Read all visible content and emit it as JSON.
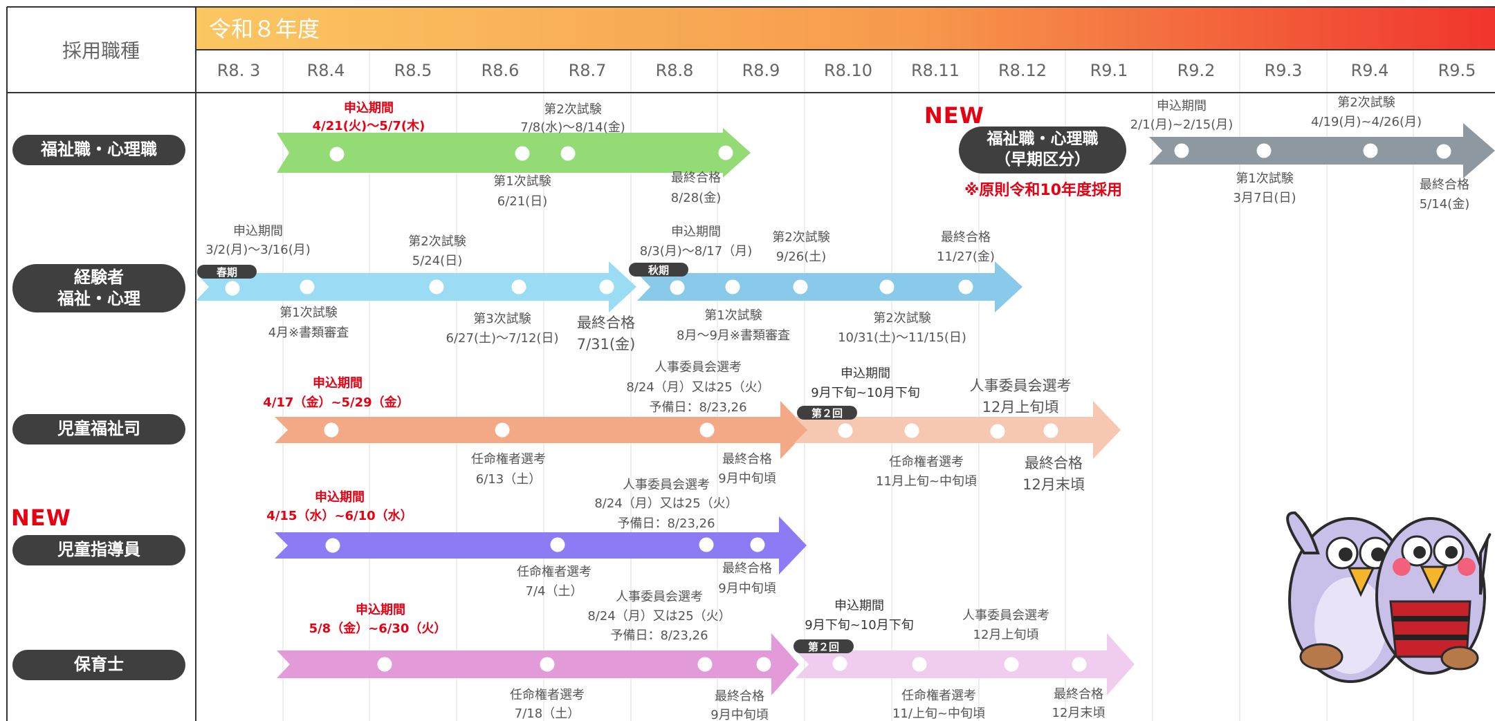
{
  "header": {
    "category_label": "採用職種",
    "fiscal_year": "令和８年度",
    "months": [
      "R8. 3",
      "R8.4",
      "R8.5",
      "R8.6",
      "R8.7",
      "R8.8",
      "R8.9",
      "R8.10",
      "R8.11",
      "R8.12",
      "R9.1",
      "R9.2",
      "R9.3",
      "R9.4",
      "R9.5"
    ]
  },
  "rows": {
    "fukushi": {
      "name": "福祉職・心理職",
      "apply_label": "申込期間",
      "apply_period": "4/21(火)～5/7(木)",
      "second_label": "第2次試験",
      "second_date": "7/8(水)～8/14(金)",
      "first_label": "第1次試験",
      "first_date": "6/21(日)",
      "final_label": "最終合格",
      "final_date": "8/28(金)"
    },
    "early": {
      "new_badge": "NEW",
      "title": "福祉職・心理職",
      "subtitle": "（早期区分）",
      "note": "※原則令和10年度採用",
      "apply_label": "申込期間",
      "apply_period": "2/1(月)~2/15(月)",
      "second_label": "第2次試験",
      "second_date": "4/19(月)~4/26(月)",
      "first_label": "第1次試験",
      "first_date": "3月7日(日)",
      "final_label": "最終合格",
      "final_date": "5/14(金)"
    },
    "keiken": {
      "name_line1": "経験者",
      "name_line2": "福祉・心理",
      "spring_tag": "春期",
      "autumn_tag": "秋期",
      "s_apply_label": "申込期間",
      "s_apply_period": "3/2(月)～3/16(月)",
      "s_second_label": "第2次試験",
      "s_second_date": "5/24(日)",
      "s_first_label": "第1次試験",
      "s_first_date": "4月※書類審査",
      "s_third_label": "第3次試験",
      "s_third_date": "6/27(土)～7/12(日)",
      "s_final_label": "最終合格",
      "s_final_date": "7/31(金)",
      "a_apply_label": "申込期間",
      "a_apply_period": "8/3(月)～8/17（月)",
      "a_second_label": "第2次試験",
      "a_second_date": "9/26(土)",
      "a_final_label": "最終合格",
      "a_final_date": "11/27(金)",
      "a_first_label": "第1次試験",
      "a_first_date": "8月～9月※書類審査",
      "a_second2_label": "第2次試験",
      "a_second2_date": "10/31(土)～11/15(日)"
    },
    "jidou": {
      "name": "児童福祉司",
      "round2_tag": "第２回",
      "apply_label": "申込期間",
      "apply_period": "4/17（金）~5/29（金）",
      "jinji_label": "人事委員会選考",
      "jinji_date": "8/24（月）又は25（火）",
      "jinji_spare": "予備日：8/23,26",
      "ninmei_label": "任命権者選考",
      "ninmei_date": "6/13（土）",
      "final_label": "最終合格",
      "final_date": "9月中旬頃",
      "r2_apply_label": "申込期間",
      "r2_apply_period": "9月下旬~10月下旬",
      "r2_jinji_label": "人事委員会選考",
      "r2_jinji_date": "12月上旬頃",
      "r2_ninmei_label": "任命権者選考",
      "r2_ninmei_date": "11月上旬~中旬頃",
      "r2_final_label": "最終合格",
      "r2_final_date": "12月末頃"
    },
    "shidou": {
      "new_badge": "NEW",
      "name": "児童指導員",
      "apply_label": "申込期間",
      "apply_period": "4/15（水）~6/10（水）",
      "jinji_label": "人事委員会選考",
      "jinji_date": "8/24（月）又は25（火）",
      "jinji_spare": "予備日：8/23,26",
      "ninmei_label": "任命権者選考",
      "ninmei_date": "7/4（土）",
      "final_label": "最終合格",
      "final_date": "9月中旬頃"
    },
    "hoiku": {
      "name": "保育士",
      "round2_tag": "第２回",
      "apply_label": "申込期間",
      "apply_period": "5/8（金）~6/30（火）",
      "jinji_label": "人事委員会選考",
      "jinji_date": "8/24（月）又は25（火）",
      "jinji_spare": "予備日：8/23,26",
      "ninmei_label": "任命権者選考",
      "ninmei_date": "7/18（土）",
      "final_label": "最終合格",
      "final_date": "9月中旬頃",
      "r2_apply_label": "申込期間",
      "r2_apply_period": "9月下旬~10月下旬",
      "r2_jinji_label": "人事委員会選考",
      "r2_jinji_date": "12月上旬頃",
      "r2_ninmei_label": "任命権者選考",
      "r2_ninmei_date": "11/上旬~中旬頃",
      "r2_final_label": "最終合格",
      "r2_final_date": "12月末頃"
    }
  },
  "colors": {
    "green": "#93db74",
    "sky": "#9bdcf5",
    "blue": "#89c9e9",
    "salmon": "#f3a986",
    "salmon_light": "#f7c8b1",
    "violet": "#8b7cf6",
    "pink": "#e29bd8",
    "pink_light": "#f0cdef",
    "gray": "#8d98a0",
    "header_from": "#fbc762",
    "header_to": "#f0352d"
  }
}
